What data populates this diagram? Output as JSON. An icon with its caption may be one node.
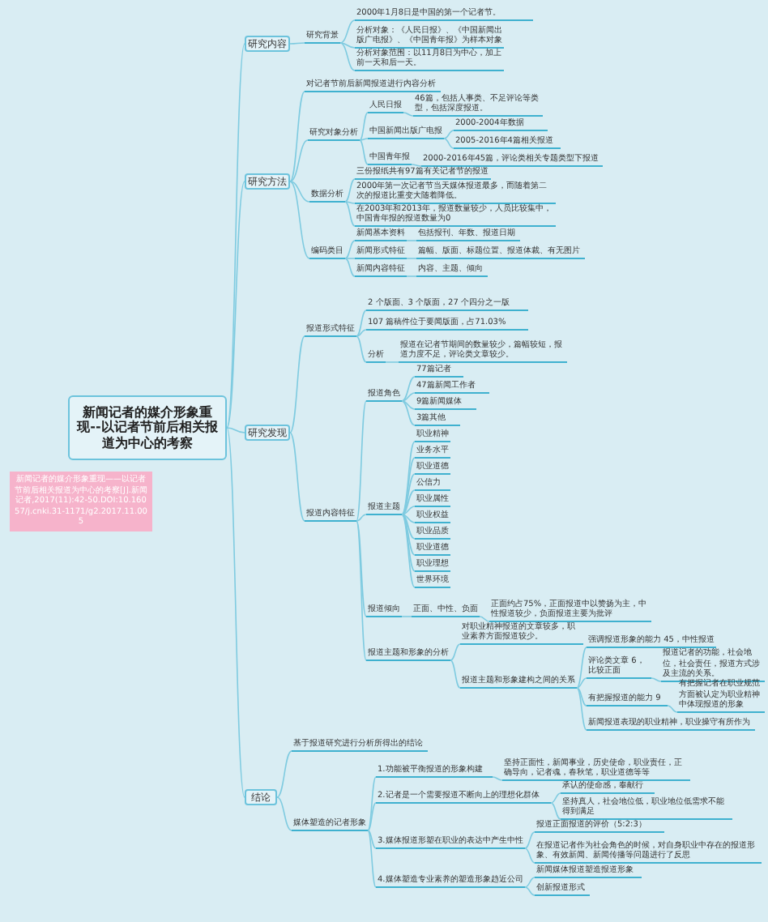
{
  "diagram": {
    "nodes": [
      {
        "text": [
          "新闻记者的媒介形象重现--以记者节前后相关报道为中心的考察"
        ]
      },
      {
        "text": [
          "新闻记者的媒介形象重现——以记者节前后相关报道为中心的考察[J].新闻记者,2017(11):42-50.DOI:10.16057/j.cnki.31-1171/g2.2017.11.005"
        ]
      },
      {
        "text": [
          "研究内容"
        ]
      },
      {
        "text": [
          "研究背景"
        ]
      },
      {
        "text": [
          "2000年1月8日是中国的第一个记者节。"
        ]
      },
      {
        "text": [
          "分析对象：《人民日报》、《中国新闻出版广电报》、《中国青年报》为样本对象"
        ]
      },
      {
        "text": [
          "分析对象范围：以11月8日为中心，加上前一天和后一天。"
        ]
      },
      {
        "text": [
          "研究方法"
        ]
      },
      {
        "text": [
          "对记者节前后新闻报道进行内容分析"
        ]
      },
      {
        "text": [
          "研究对象分析"
        ]
      },
      {
        "text": [
          "人民日报"
        ]
      },
      {
        "text": [
          "46篇，包括人事类、不足评论等类型，包括深度报道。"
        ]
      },
      {
        "text": [
          "中国新闻出版广电报"
        ]
      },
      {
        "text": [
          "2000-2004年数据"
        ]
      },
      {
        "text": [
          "2005-2016年4篇相关报道"
        ]
      },
      {
        "text": [
          "中国青年报"
        ]
      },
      {
        "text": [
          "2000-2016年45篇，评论类相关专题类型下报道"
        ]
      },
      {
        "text": [
          "三份报纸共有97篇有关记者节的报道"
        ]
      },
      {
        "text": [
          "数据分析"
        ]
      },
      {
        "text": [
          "2000年第一次记者节当天媒体报道最多，而随着第二次的报道比重变大随着降低。"
        ]
      },
      {
        "text": [
          "在2003年和2013年，报道数量较少，人员比较集中，中国青年报的报道数量为0"
        ]
      },
      {
        "text": [
          "编码类目"
        ]
      },
      {
        "text": [
          "新闻基本资料"
        ]
      },
      {
        "text": [
          "包括报刊、年数、报道日期"
        ]
      },
      {
        "text": [
          "新闻形式特征"
        ]
      },
      {
        "text": [
          "篇幅、版面、标题位置、报道体裁、有无图片"
        ]
      },
      {
        "text": [
          "新闻内容特征"
        ]
      },
      {
        "text": [
          "内容、主题、倾向"
        ]
      },
      {
        "text": [
          "研究发现"
        ]
      },
      {
        "text": [
          "报道形式特征"
        ]
      },
      {
        "text": [
          "2 个版面、3 个版面，27 个四分之一版"
        ]
      },
      {
        "text": [
          "107 篇稿件位于要闻版面，占71.03%"
        ]
      },
      {
        "text": [
          "分析"
        ]
      },
      {
        "text": [
          "报道在记者节期间的数量较少，篇幅较短，报道力度不足，评论类文章较少。"
        ]
      },
      {
        "text": [
          "报道内容特征"
        ]
      },
      {
        "text": [
          "报道角色"
        ]
      },
      {
        "text": [
          "77篇记者"
        ]
      },
      {
        "text": [
          "47篇新闻工作者"
        ]
      },
      {
        "text": [
          "9篇新闻媒体"
        ]
      },
      {
        "text": [
          "3篇其他"
        ]
      },
      {
        "text": [
          "报道主题"
        ]
      },
      {
        "text": [
          "职业精神"
        ]
      },
      {
        "text": [
          "业务水平"
        ]
      },
      {
        "text": [
          "职业道德"
        ]
      },
      {
        "text": [
          "公信力"
        ]
      },
      {
        "text": [
          "职业属性"
        ]
      },
      {
        "text": [
          "职业权益"
        ]
      },
      {
        "text": [
          "职业品质"
        ]
      },
      {
        "text": [
          "职业道德"
        ]
      },
      {
        "text": [
          "职业理想"
        ]
      },
      {
        "text": [
          "世界环境"
        ]
      },
      {
        "text": [
          "报道倾向"
        ]
      },
      {
        "text": [
          "正面、中性、负面"
        ]
      },
      {
        "text": [
          "正面约占75%，正面报道中以赞扬为主，中性报道较少，负面报道主要为批评"
        ]
      },
      {
        "text": [
          "报道主题和形象的分析"
        ]
      },
      {
        "text": [
          "对职业精神报道的文章较多，职业素养方面报道较少。"
        ]
      },
      {
        "text": [
          "报道主题和形象建构之间的关系"
        ]
      },
      {
        "text": [
          "强调报道形象的能力 45，中性报道"
        ]
      },
      {
        "text": [
          "评论类文章 6，比较正面"
        ]
      },
      {
        "text": [
          "报道记者的功能，社会地位，社会责任，报道方式涉及主流的关系。"
        ]
      },
      {
        "text": [
          "有把握报道的能力 9"
        ]
      },
      {
        "text": [
          "有把握记者在职业规范方面被认定为职业精神中体现报道的形象"
        ]
      },
      {
        "text": [
          "新闻报道表现的职业精神，职业操守有所作为"
        ]
      },
      {
        "text": [
          "结论"
        ]
      },
      {
        "text": [
          "基于报道研究进行分析所得出的结论"
        ]
      },
      {
        "text": [
          "媒体塑造的记者形象"
        ]
      },
      {
        "text": [
          "1.功能被平衡报道的形象构建"
        ]
      },
      {
        "text": [
          "坚持正面性，新闻事业，历史使命，职业责任，正确导向，记者魂，春秋笔，职业道德等等"
        ]
      },
      {
        "text": [
          "2.记者是一个需要报道不断向上的理想化群体"
        ]
      },
      {
        "text": [
          "承认的使命感，奉献行"
        ]
      },
      {
        "text": [
          "坚持真人，社会地位低，职业地位低需求不能得到满足"
        ]
      },
      {
        "text": [
          "3.媒体报道形塑在职业的表达中产生中性"
        ]
      },
      {
        "text": [
          "报道正面报道的评价（5:2:3）"
        ]
      },
      {
        "text": [
          "在报道记者作为社会角色的时候，对自身职业中存在的报道形象、有效新闻、新闻传播等问题进行了反思"
        ]
      },
      {
        "text": [
          "4.媒体塑造专业素养的塑造形象趋近公司"
        ]
      },
      {
        "text": [
          "新闻媒体报道塑造报道形象"
        ]
      },
      {
        "text": [
          "创新报道形式"
        ]
      }
    ],
    "edges": [
      {
        "from": 0,
        "to": 2,
        "arrow": "none"
      },
      {
        "from": 0,
        "to": 7,
        "arrow": "none"
      },
      {
        "from": 0,
        "to": 28,
        "arrow": "none"
      },
      {
        "from": 0,
        "to": 63,
        "arrow": "none"
      },
      {
        "from": 2,
        "to": 3,
        "arrow": "none"
      },
      {
        "from": 3,
        "to": 4,
        "arrow": "none"
      },
      {
        "from": 3,
        "to": 5,
        "arrow": "none"
      },
      {
        "from": 3,
        "to": 6,
        "arrow": "none"
      },
      {
        "from": 7,
        "to": 8,
        "arrow": "none"
      },
      {
        "from": 7,
        "to": 9,
        "arrow": "none"
      },
      {
        "from": 7,
        "to": 18,
        "arrow": "none"
      },
      {
        "from": 7,
        "to": 21,
        "arrow": "none"
      },
      {
        "from": 9,
        "to": 10,
        "arrow": "none"
      },
      {
        "from": 9,
        "to": 12,
        "arrow": "none"
      },
      {
        "from": 9,
        "to": 15,
        "arrow": "none"
      },
      {
        "from": 10,
        "to": 11,
        "arrow": "none"
      },
      {
        "from": 12,
        "to": 13,
        "arrow": "none"
      },
      {
        "from": 12,
        "to": 14,
        "arrow": "none"
      },
      {
        "from": 15,
        "to": 16,
        "arrow": "none"
      },
      {
        "from": 18,
        "to": 17,
        "arrow": "none"
      },
      {
        "from": 18,
        "to": 19,
        "arrow": "none"
      },
      {
        "from": 18,
        "to": 20,
        "arrow": "none"
      },
      {
        "from": 21,
        "to": 22,
        "arrow": "none"
      },
      {
        "from": 21,
        "to": 24,
        "arrow": "none"
      },
      {
        "from": 21,
        "to": 26,
        "arrow": "none"
      },
      {
        "from": 22,
        "to": 23,
        "arrow": "none"
      },
      {
        "from": 24,
        "to": 25,
        "arrow": "none"
      },
      {
        "from": 26,
        "to": 27,
        "arrow": "none"
      },
      {
        "from": 28,
        "to": 29,
        "arrow": "none"
      },
      {
        "from": 28,
        "to": 34,
        "arrow": "none"
      },
      {
        "from": 29,
        "to": 30,
        "arrow": "none"
      },
      {
        "from": 29,
        "to": 31,
        "arrow": "none"
      },
      {
        "from": 29,
        "to": 32,
        "arrow": "none"
      },
      {
        "from": 32,
        "to": 33,
        "arrow": "none"
      },
      {
        "from": 34,
        "to": 35,
        "arrow": "none"
      },
      {
        "from": 34,
        "to": 40,
        "arrow": "none"
      },
      {
        "from": 34,
        "to": 51,
        "arrow": "none"
      },
      {
        "from": 34,
        "to": 54,
        "arrow": "none"
      },
      {
        "from": 35,
        "to": 36,
        "arrow": "none"
      },
      {
        "from": 35,
        "to": 37,
        "arrow": "none"
      },
      {
        "from": 35,
        "to": 38,
        "arrow": "none"
      },
      {
        "from": 35,
        "to": 39,
        "arrow": "none"
      },
      {
        "from": 40,
        "to": 41,
        "arrow": "none"
      },
      {
        "from": 40,
        "to": 42,
        "arrow": "none"
      },
      {
        "from": 40,
        "to": 43,
        "arrow": "none"
      },
      {
        "from": 40,
        "to": 44,
        "arrow": "none"
      },
      {
        "from": 40,
        "to": 45,
        "arrow": "none"
      },
      {
        "from": 40,
        "to": 46,
        "arrow": "none"
      },
      {
        "from": 40,
        "to": 47,
        "arrow": "none"
      },
      {
        "from": 40,
        "to": 48,
        "arrow": "none"
      },
      {
        "from": 40,
        "to": 49,
        "arrow": "none"
      },
      {
        "from": 40,
        "to": 50,
        "arrow": "none"
      },
      {
        "from": 51,
        "to": 52,
        "arrow": "none"
      },
      {
        "from": 52,
        "to": 53,
        "arrow": "none"
      },
      {
        "from": 54,
        "to": 55,
        "arrow": "none"
      },
      {
        "from": 54,
        "to": 56,
        "arrow": "none"
      },
      {
        "from": 56,
        "to": 57,
        "arrow": "none"
      },
      {
        "from": 56,
        "to": 58,
        "arrow": "none"
      },
      {
        "from": 56,
        "to": 60,
        "arrow": "none"
      },
      {
        "from": 56,
        "to": 62,
        "arrow": "none"
      },
      {
        "from": 58,
        "to": 59,
        "arrow": "none"
      },
      {
        "from": 60,
        "to": 61,
        "arrow": "none"
      },
      {
        "from": 63,
        "to": 64,
        "arrow": "none"
      },
      {
        "from": 63,
        "to": 65,
        "arrow": "none"
      },
      {
        "from": 65,
        "to": 66,
        "arrow": "none"
      },
      {
        "from": 65,
        "to": 68,
        "arrow": "none"
      },
      {
        "from": 65,
        "to": 71,
        "arrow": "none"
      },
      {
        "from": 65,
        "to": 74,
        "arrow": "none"
      },
      {
        "from": 66,
        "to": 67,
        "arrow": "none"
      },
      {
        "from": 68,
        "to": 69,
        "arrow": "none"
      },
      {
        "from": 68,
        "to": 70,
        "arrow": "none"
      },
      {
        "from": 71,
        "to": 72,
        "arrow": "none"
      },
      {
        "from": 71,
        "to": 73,
        "arrow": "none"
      },
      {
        "from": 74,
        "to": 75,
        "arrow": "none"
      },
      {
        "from": 74,
        "to": 76,
        "arrow": "none"
      }
    ]
  }
}
